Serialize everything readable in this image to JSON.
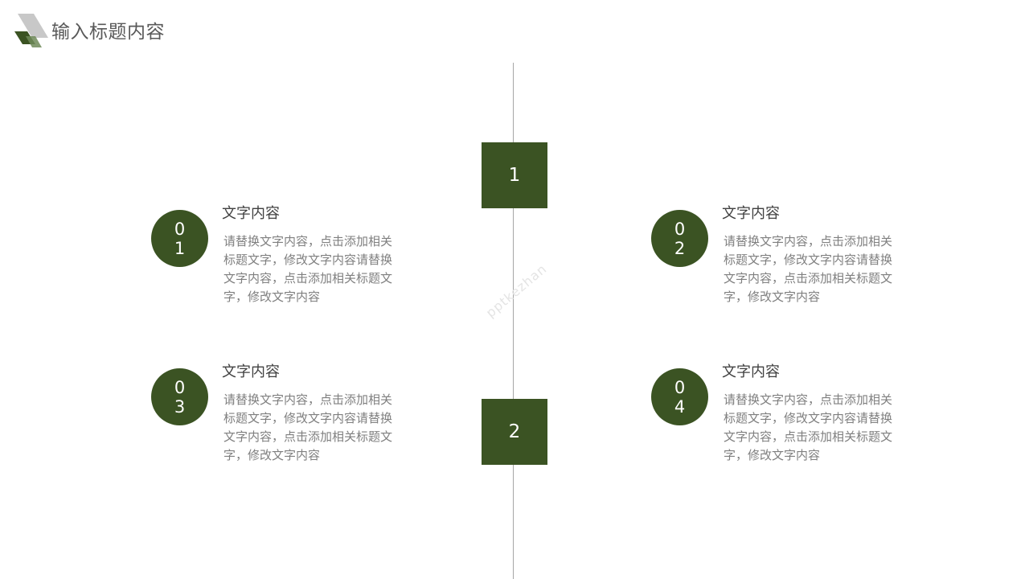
{
  "colors": {
    "accent": "#3b5323"
  },
  "header": {
    "title": "输入标题内容",
    "logo_icon": "parallelogram-stack-icon"
  },
  "boxes": [
    {
      "label": "1"
    },
    {
      "label": "2"
    }
  ],
  "items": [
    {
      "number": "01",
      "title": "文字内容",
      "text": "请替换文字内容，点击添加相关标题文字，修改文字内容请替换文字内容，点击添加相关标题文字，修改文字内容"
    },
    {
      "number": "02",
      "title": "文字内容",
      "text": "请替换文字内容，点击添加相关标题文字，修改文字内容请替换文字内容，点击添加相关标题文字，修改文字内容"
    },
    {
      "number": "03",
      "title": "文字内容",
      "text": "请替换文字内容，点击添加相关标题文字，修改文字内容请替换文字内容，点击添加相关标题文字，修改文字内容"
    },
    {
      "number": "04",
      "title": "文字内容",
      "text": "请替换文字内容，点击添加相关标题文字，修改文字内容请替换文字内容，点击添加相关标题文字，修改文字内容"
    }
  ],
  "watermark": "pptkezhan"
}
